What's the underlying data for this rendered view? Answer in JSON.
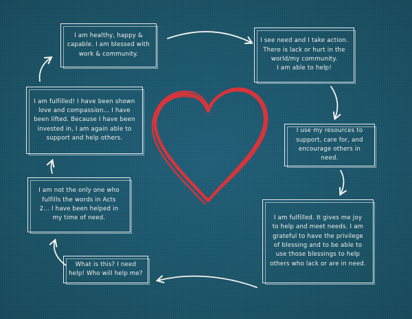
{
  "cycle": {
    "notes": [
      {
        "id": "n1",
        "text": "I am healthy, happy &\ncapable. I am blessed with\nwork & community."
      },
      {
        "id": "n2",
        "text": "I see need and I take action.\nThere is lack or hurt in the\nworld/my community.\nI am able to help!"
      },
      {
        "id": "n3",
        "text": "I use my resources to\nsupport, care for, and\nencourage others in need."
      },
      {
        "id": "n4",
        "text": "I am fulfilled. It gives me joy\nto help and meet needs. I am\ngrateful to have the privilege\nof blessing and to be able to\nuse those blessings to help\nothers who lack or are in need."
      },
      {
        "id": "n5",
        "text": "What is this? I need\nhelp! Who will help me?"
      },
      {
        "id": "n6",
        "text": "I am not the only one who\nfulfills the words in Acts\n2... I have been helped in\nmy time of need."
      },
      {
        "id": "n7",
        "text": "I am fulfilled! I have been shown\nlove and compassion... I have\nbeen lifted. Because I have been\ninvested in, I am again able to\nsupport and help others."
      }
    ]
  },
  "colors": {
    "background": "#1d5568",
    "chalk": "#f2f2ee",
    "heart": "#d8343a"
  },
  "icons": {
    "center": "heart-icon",
    "connectors": "arrow-icon"
  }
}
